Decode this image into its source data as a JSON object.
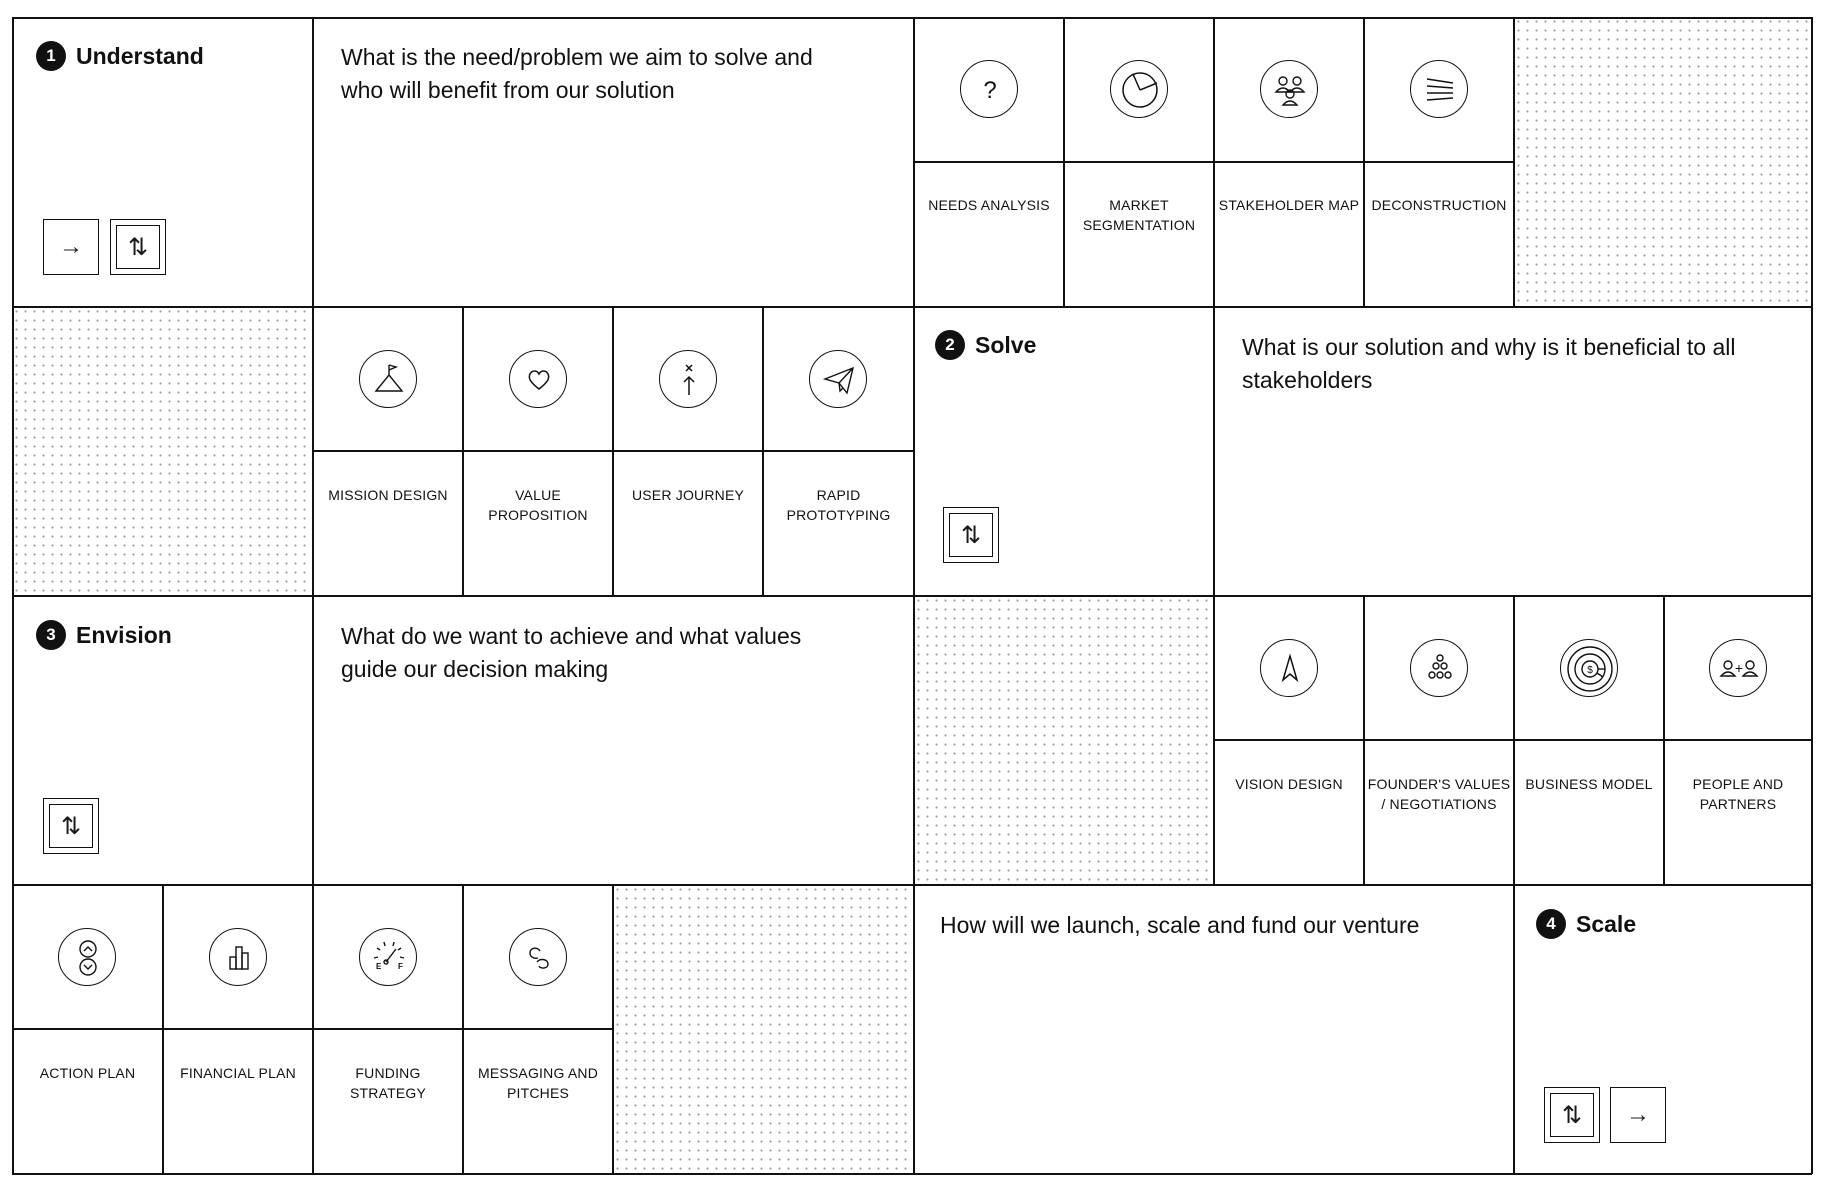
{
  "sections": {
    "understand": {
      "number": "1",
      "title": "Understand",
      "question": "What is the need/problem we aim to solve and who will benefit from our solution"
    },
    "solve": {
      "number": "2",
      "title": "Solve",
      "question": "What is our solution and why is it beneficial to all stakeholders"
    },
    "envision": {
      "number": "3",
      "title": "Envision",
      "question": "What do we want to achieve and what values guide our decision making"
    },
    "scale": {
      "number": "4",
      "title": "Scale",
      "question": "How will we launch, scale and fund our venture"
    }
  },
  "buttons": {
    "arrow_right": "→",
    "swap": "⇅"
  },
  "tools": {
    "needs_analysis": "NEEDS ANALYSIS",
    "market_segmentation": "MARKET SEGMENTATION",
    "stakeholder_map": "STAKEHOLDER MAP",
    "deconstruction": "DECONSTRUCTION",
    "mission_design": "MISSION DESIGN",
    "value_proposition": "VALUE PROPOSITION",
    "user_journey": "USER JOURNEY",
    "rapid_prototyping": "RAPID PROTOTYPING",
    "vision_design": "VISION DESIGN",
    "founders_values": "FOUNDER'S VALUES / NEGOTIATIONS",
    "business_model": "BUSINESS MODEL",
    "people_partners": "PEOPLE AND PARTNERS",
    "action_plan": "ACTION PLAN",
    "financial_plan": "FINANCIAL PLAN",
    "funding_strategy": "FUNDING STRATEGY",
    "messaging_pitches": "MESSAGING AND PITCHES"
  },
  "icon_text": {
    "question_mark": "?",
    "dollar": "$",
    "plus": "+",
    "fuel_e": "E",
    "fuel_f": "F",
    "cross": "×"
  },
  "colors": {
    "ink": "#111111",
    "dots": "#9a9a9a",
    "background": "#ffffff"
  }
}
